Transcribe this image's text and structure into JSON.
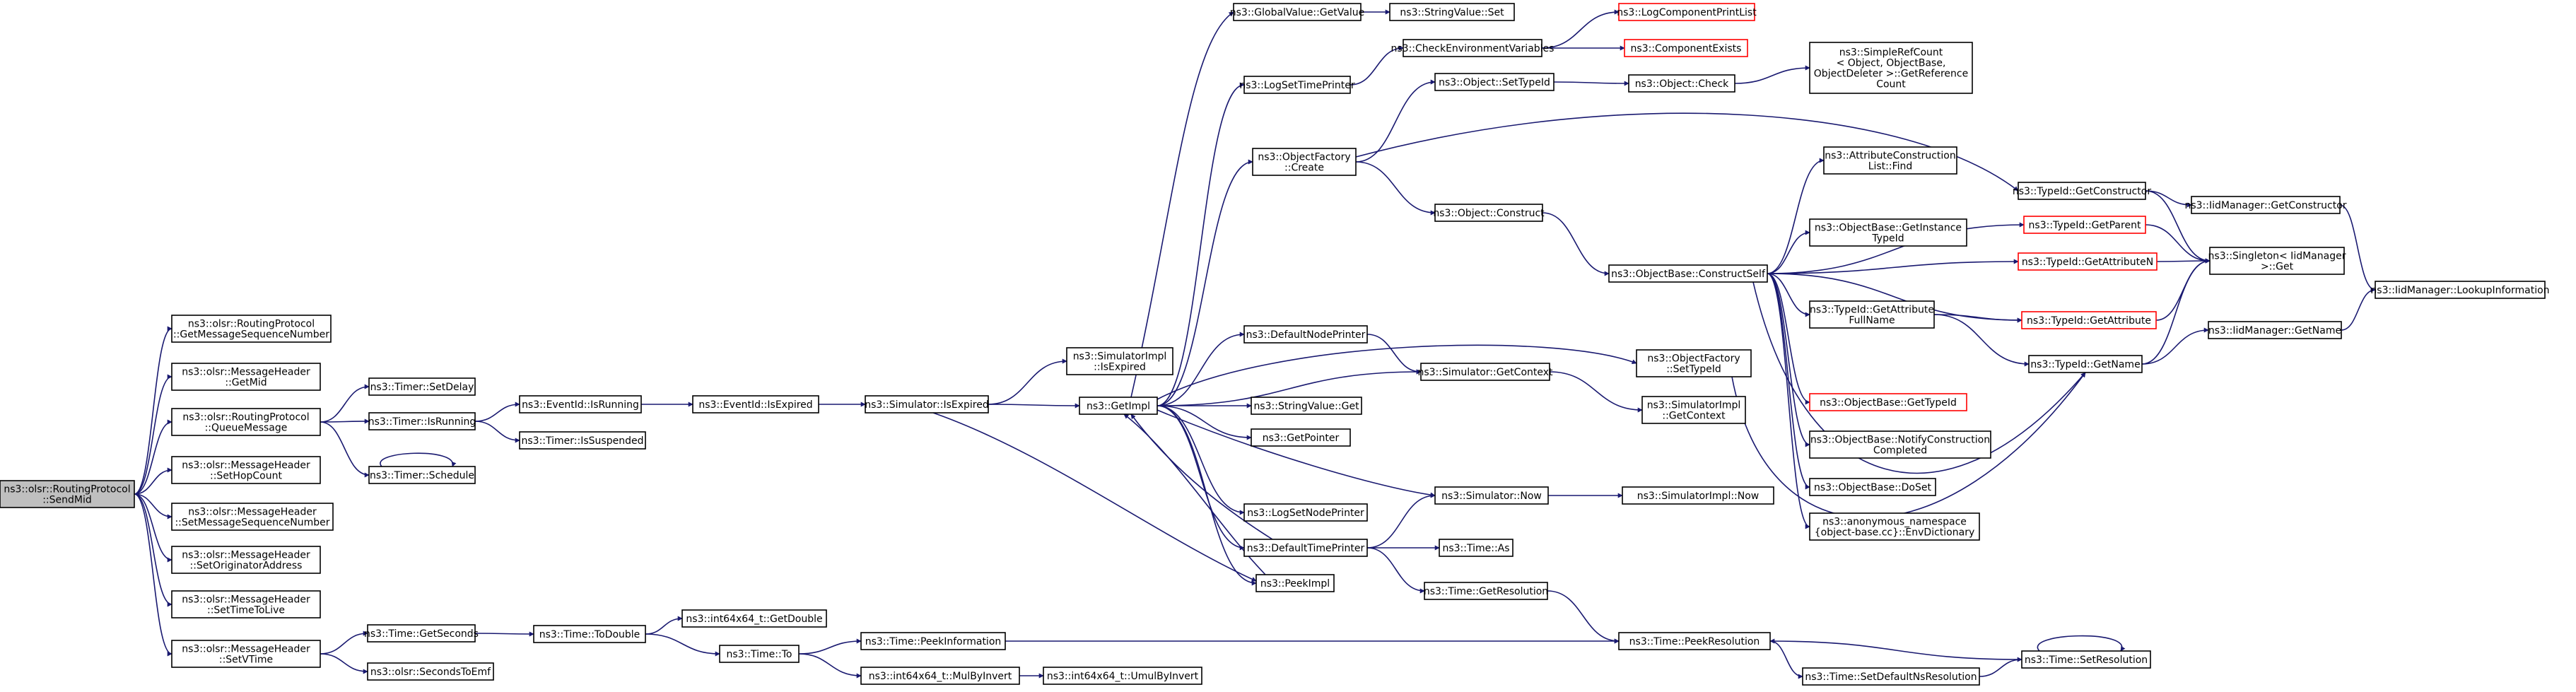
{
  "nodes": {
    "n00": [
      "ns3::olsr::RoutingProtocol",
      "::SendMid"
    ],
    "n01": [
      "ns3::olsr::RoutingProtocol",
      "::GetMessageSequenceNumber"
    ],
    "n02": [
      "ns3::olsr::MessageHeader",
      "::GetMid"
    ],
    "n03": [
      "ns3::olsr::RoutingProtocol",
      "::QueueMessage"
    ],
    "n04": [
      "ns3::olsr::MessageHeader",
      "::SetHopCount"
    ],
    "n05": [
      "ns3::olsr::MessageHeader",
      "::SetMessageSequenceNumber"
    ],
    "n06": [
      "ns3::olsr::MessageHeader",
      "::SetOriginatorAddress"
    ],
    "n07": [
      "ns3::olsr::MessageHeader",
      "::SetTimeToLive"
    ],
    "n08": [
      "ns3::olsr::MessageHeader",
      "::SetVTime"
    ],
    "n09": [
      "ns3::Timer::SetDelay"
    ],
    "n10": [
      "ns3::Timer::IsRunning"
    ],
    "n11": [
      "ns3::Timer::Schedule"
    ],
    "n12": [
      "ns3::Time::GetSeconds"
    ],
    "n13": [
      "ns3::olsr::SecondsToEmf"
    ],
    "n14": [
      "ns3::EventId::IsRunning"
    ],
    "n15": [
      "ns3::Timer::IsSuspended"
    ],
    "n16": [
      "ns3::Time::ToDouble"
    ],
    "n17": [
      "ns3::EventId::IsExpired"
    ],
    "n18": [
      "ns3::int64x64_t::GetDouble"
    ],
    "n19": [
      "ns3::Time::To"
    ],
    "n20": [
      "ns3::Simulator::IsExpired"
    ],
    "n21": [
      "ns3::Time::PeekInformation"
    ],
    "n22": [
      "ns3::int64x64_t::MulByInvert"
    ],
    "n23": [
      "ns3::SimulatorImpl",
      "::IsExpired"
    ],
    "n24": [
      "ns3::GetImpl"
    ],
    "n25": [
      "ns3::int64x64_t::UmulByInvert"
    ],
    "n26": [
      "ns3::GlobalValue::GetValue"
    ],
    "n27": [
      "ns3::LogSetTimePrinter"
    ],
    "n28": [
      "ns3::ObjectFactory",
      "::Create"
    ],
    "n29": [
      "ns3::DefaultNodePrinter"
    ],
    "n30": [
      "ns3::StringValue::Get"
    ],
    "n31": [
      "ns3::GetPointer"
    ],
    "n32": [
      "ns3::LogSetNodePrinter"
    ],
    "n33": [
      "ns3::DefaultTimePrinter"
    ],
    "n34": [
      "ns3::PeekImpl"
    ],
    "n35": [
      "ns3::StringValue::Set"
    ],
    "n36": [
      "ns3::CheckEnvironmentVariables"
    ],
    "n37": [
      "ns3::Object::SetTypeId"
    ],
    "n38": [
      "ns3::Object::Construct"
    ],
    "n39": [
      "ns3::Simulator::GetContext"
    ],
    "n40": [
      "ns3::Simulator::Now"
    ],
    "n41": [
      "ns3::Time::As"
    ],
    "n42": [
      "ns3::Time::GetResolution"
    ],
    "n43": [
      "ns3::LogComponentPrintList"
    ],
    "n44": [
      "ns3::ComponentExists"
    ],
    "n45": [
      "ns3::Object::Check"
    ],
    "n46": [
      "ns3::ObjectBase::ConstructSelf"
    ],
    "n47": [
      "ns3::ObjectFactory",
      "::SetTypeId"
    ],
    "n48": [
      "ns3::SimulatorImpl",
      "::GetContext"
    ],
    "n49": [
      "ns3::SimulatorImpl::Now"
    ],
    "n50": [
      "ns3::Time::PeekResolution"
    ],
    "n51": [
      "ns3::SimpleRefCount",
      "< Object, ObjectBase,",
      "ObjectDeleter >::GetReference",
      "Count"
    ],
    "n52": [
      "ns3::AttributeConstruction",
      "List::Find"
    ],
    "n53": [
      "ns3::ObjectBase::GetInstance",
      "TypeId"
    ],
    "n54": [
      "ns3::TypeId::GetAttribute",
      "FullName"
    ],
    "n55": [
      "ns3::ObjectBase::GetTypeId"
    ],
    "n56": [
      "ns3::ObjectBase::NotifyConstruction",
      "Completed"
    ],
    "n57": [
      "ns3::ObjectBase::DoSet"
    ],
    "n58": [
      "ns3::anonymous_namespace",
      "{object-base.cc}::EnvDictionary"
    ],
    "n59": [
      "ns3::Time::SetDefaultNsResolution"
    ],
    "n60": [
      "ns3::TypeId::GetConstructor"
    ],
    "n61": [
      "ns3::TypeId::GetParent"
    ],
    "n62": [
      "ns3::TypeId::GetAttributeN"
    ],
    "n63": [
      "ns3::TypeId::GetAttribute"
    ],
    "n64": [
      "ns3::TypeId::GetName"
    ],
    "n65": [
      "ns3::Time::SetResolution"
    ],
    "n66": [
      "ns3::IidManager::GetConstructor"
    ],
    "n67": [
      "ns3::Singleton< IidManager",
      " >::Get"
    ],
    "n68": [
      "ns3::IidManager::GetName"
    ],
    "n69": [
      "ns3::IidManager::LookupInformation"
    ]
  }
}
